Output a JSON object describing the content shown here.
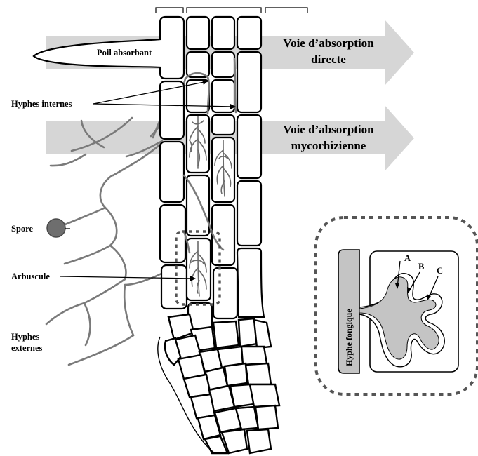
{
  "diagram": {
    "labels": {
      "root_hair": "Poil absorbant",
      "direct_pathway": [
        "Voie d’absorption",
        "directe"
      ],
      "mycorrhizal_pathway": [
        "Voie d’absorption",
        "mycorhizienne"
      ],
      "internal_hyphae": "Hyphes internes",
      "spore": "Spore",
      "arbuscule": "Arbuscule",
      "external_hyphae": [
        "Hyphes",
        "externes"
      ],
      "fungal_hypha": "Hyphe fongique",
      "layer_a": "A",
      "layer_b": "B",
      "layer_c": "C"
    },
    "colors": {
      "arrow_band": "#d6d6d6",
      "hyphae": "#7a7a7a",
      "spore": "#6e6e6e",
      "inset_fill": "#c4c4c4"
    }
  }
}
